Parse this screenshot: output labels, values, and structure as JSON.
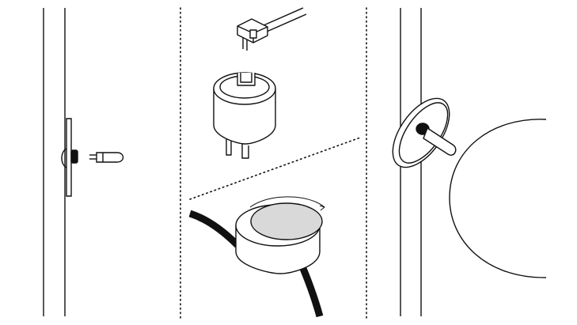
{
  "figure": {
    "panels": [
      {
        "id": "left",
        "parts": [
          "wall-panel",
          "bracket",
          "bulb"
        ]
      },
      {
        "id": "middle",
        "parts": [
          "connector-plug",
          "relay-cylinder",
          "cable-puck"
        ]
      },
      {
        "id": "right",
        "parts": [
          "wall-panel",
          "flange-disc",
          "bulb",
          "globe-shade"
        ]
      }
    ]
  },
  "colors": {
    "line": "#111111",
    "puck_top": "#d9d9d9",
    "background": "#ffffff"
  }
}
